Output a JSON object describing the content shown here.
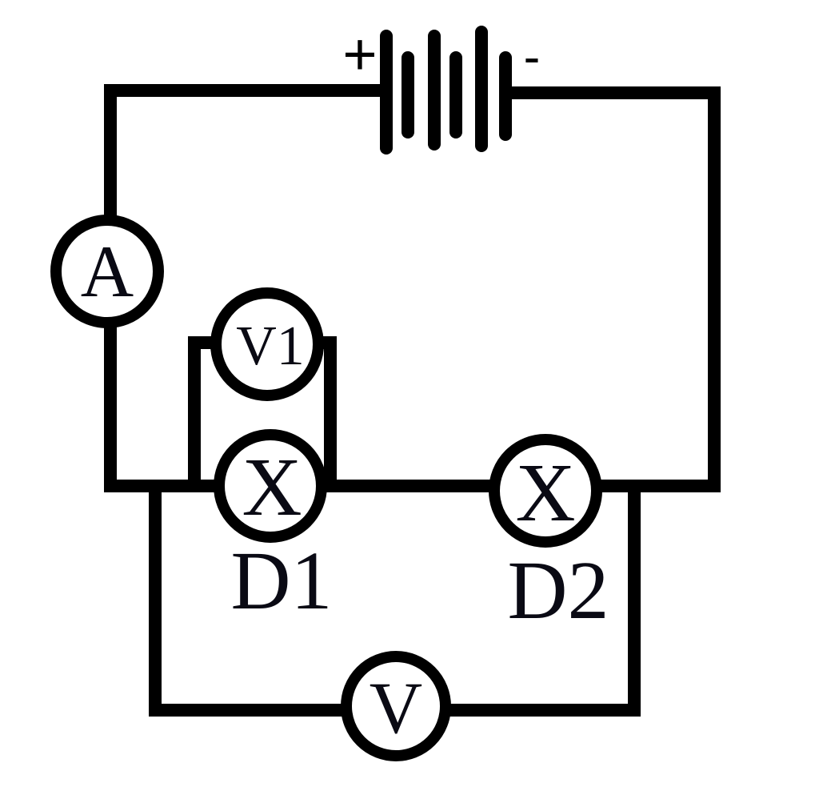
{
  "battery": {
    "positive_label": "+",
    "negative_label": "-"
  },
  "ammeter": {
    "label": "A"
  },
  "voltmeter_v1": {
    "label": "V1"
  },
  "voltmeter_v": {
    "label": "V"
  },
  "lamp_d1": {
    "symbol": "X",
    "label": "D1"
  },
  "lamp_d2": {
    "symbol": "X",
    "label": "D2"
  }
}
